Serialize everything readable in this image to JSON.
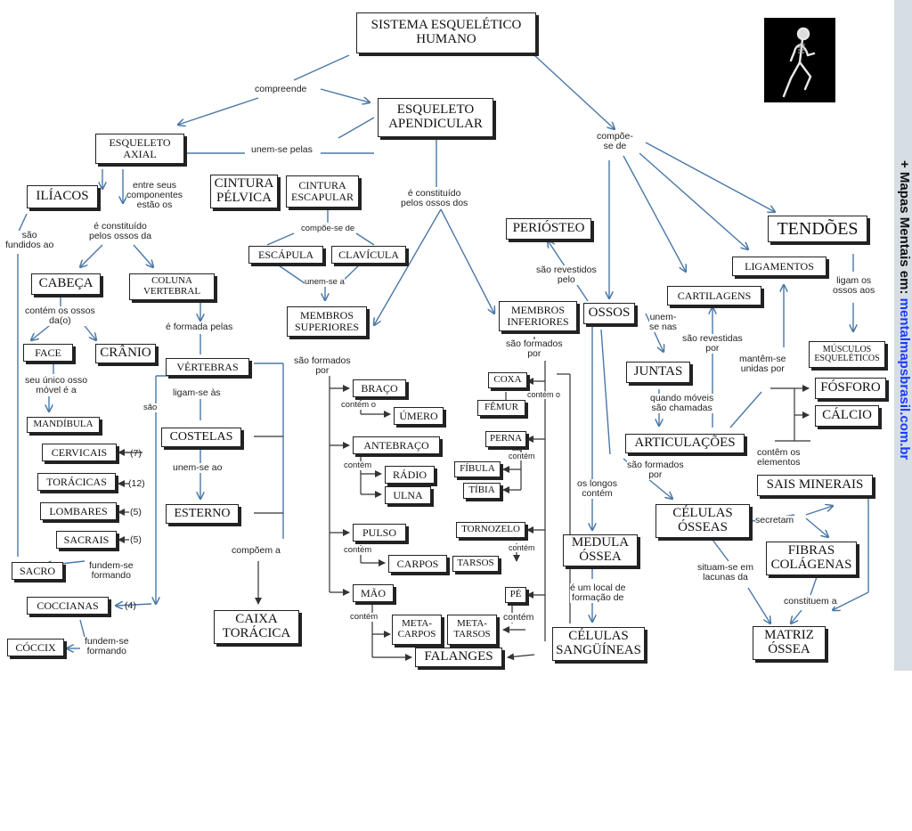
{
  "sidebar": {
    "prefix": "+ Mapas Mentais em: ",
    "site": "mentalmapsbrasil.com.br"
  },
  "photo": {
    "icon": "skeleton-runner-icon"
  },
  "nodes": {
    "sistema": "SISTEMA ESQUELÉTICO\nHUMANO",
    "apendicular": "ESQUELETO\nAPENDICULAR",
    "axial": "ESQUELETO\nAXIAL",
    "iliacos": "ILÍACOS",
    "cintura_pelvica": "CINTURA\nPÉLVICA",
    "cintura_escapular": "CINTURA\nESCAPULAR",
    "escapula": "ESCÁPULA",
    "clavicula": "CLAVÍCULA",
    "cabeca": "CABEÇA",
    "coluna": "COLUNA\nVERTEBRAL",
    "face": "FACE",
    "cranio": "CRÂNIO",
    "mandibula": "MANDÍBULA",
    "vertebras": "VÉRTEBRAS",
    "costelas": "COSTELAS",
    "esterno": "ESTERNO",
    "cervicais": "CERVICAIS",
    "toracicas": "TORÁCICAS",
    "lombares": "LOMBARES",
    "sacrais": "SACRAIS",
    "sacro": "SACRO",
    "coccianas": "COCCIANAS",
    "coccix": "CÓCCIX",
    "caixa": "CAIXA\nTORÁCICA",
    "membros_sup": "MEMBROS\nSUPERIORES",
    "braco": "BRAÇO",
    "umero": "ÚMERO",
    "antebraco": "ANTEBRAÇO",
    "radio": "RÁDIO",
    "ulna": "ULNA",
    "pulso": "PULSO",
    "carpos": "CARPOS",
    "mao": "MÃO",
    "metacarpos": "META-\nCARPOS",
    "metatarsos": "META-\nTARSOS",
    "falanges": "FALANGES",
    "periosteo": "PERIÓSTEO",
    "membros_inf": "MEMBROS\nINFERIORES",
    "coxa": "COXA",
    "femur": "FÊMUR",
    "perna": "PERNA",
    "fibula": "FÍBULA",
    "tibia": "TÍBIA",
    "tornozelo": "TORNOZELO",
    "tarsos": "TARSOS",
    "pe": "PÉ",
    "ossos": "OSSOS",
    "medula": "MEDULA\nÓSSEA",
    "celulas_sang": "CÉLULAS\nSANGÜÍNEAS",
    "juntas": "JUNTAS",
    "articulacoes": "ARTICULAÇÕES",
    "cartilagens": "CARTILAGENS",
    "ligamentos": "LIGAMENTOS",
    "tendoes": "TENDÕES",
    "musculos": "MÚSCULOS\nESQUELÉTICOS",
    "fosforo": "FÓSFORO",
    "calcio": "CÁLCIO",
    "sais": "SAIS MINERAIS",
    "celulas_osseas": "CÉLULAS\nÓSSEAS",
    "fibras": "FIBRAS\nCOLÁGENAS",
    "matriz": "MATRIZ\nÓSSEA"
  },
  "labels": {
    "compreende": "compreende",
    "unem_se_pelas": "unem-se pelas",
    "entre_seus": "entre seus\ncomponentes\nestão os",
    "sao_fundidos": "são\nfundidos ao",
    "e_constituido": "é constituído\npelos ossos da",
    "compoe_se_de": "compõe-se de",
    "unem_se_a": "unem-se a",
    "e_constituido_dos": "é constituído\npelos ossos dos",
    "contem_ossos": "contém os ossos\nda(o)",
    "seu_unico": "seu único osso\nmóvel é a",
    "e_formada": "é formada pelas",
    "ligam_se": "ligam-se às",
    "unem_se_ao": "unem-se ao",
    "sao_side": "são",
    "fundem_se1": "fundem-se\nformando",
    "fundem_se2": "fundem-se\nformando",
    "compoem_a": "compõem a",
    "sao_formados_sup": "são formados\npor",
    "contem_o1": "contém o",
    "contem1": "contém",
    "contem2": "contém",
    "contem3": "contém",
    "compoe_se": "compõe-\nse de",
    "sao_revestidos": "são revestidos\npelo",
    "sao_formados_inf": "são formados\npor",
    "contem_o2": "contém o",
    "contem4": "contém",
    "contem5": "contém",
    "contem6": "contém",
    "os_longos": "os longos\ncontém",
    "e_um_local": "é um local de\nformação de",
    "unem_se_nas": "unem-\nse nas",
    "quando_moveis": "quando móveis\nsão chamadas",
    "sao_revestidas": "são revestidas\npor",
    "mantem_se": "mantêm-se\nunidas por",
    "ligam_os": "ligam os\nossos aos",
    "contem_elementos": "contêm os\nelementos",
    "sao_formados_ossos": "são formados\npor",
    "secretam": "secretam",
    "situam_se": "situam-se em\nlacunas da",
    "constituem": "constituem a"
  },
  "counts": {
    "cervicais": "(7)",
    "toracicas": "(12)",
    "lombares": "(5)",
    "sacrais": "(5)",
    "coccianas": "(4)"
  }
}
